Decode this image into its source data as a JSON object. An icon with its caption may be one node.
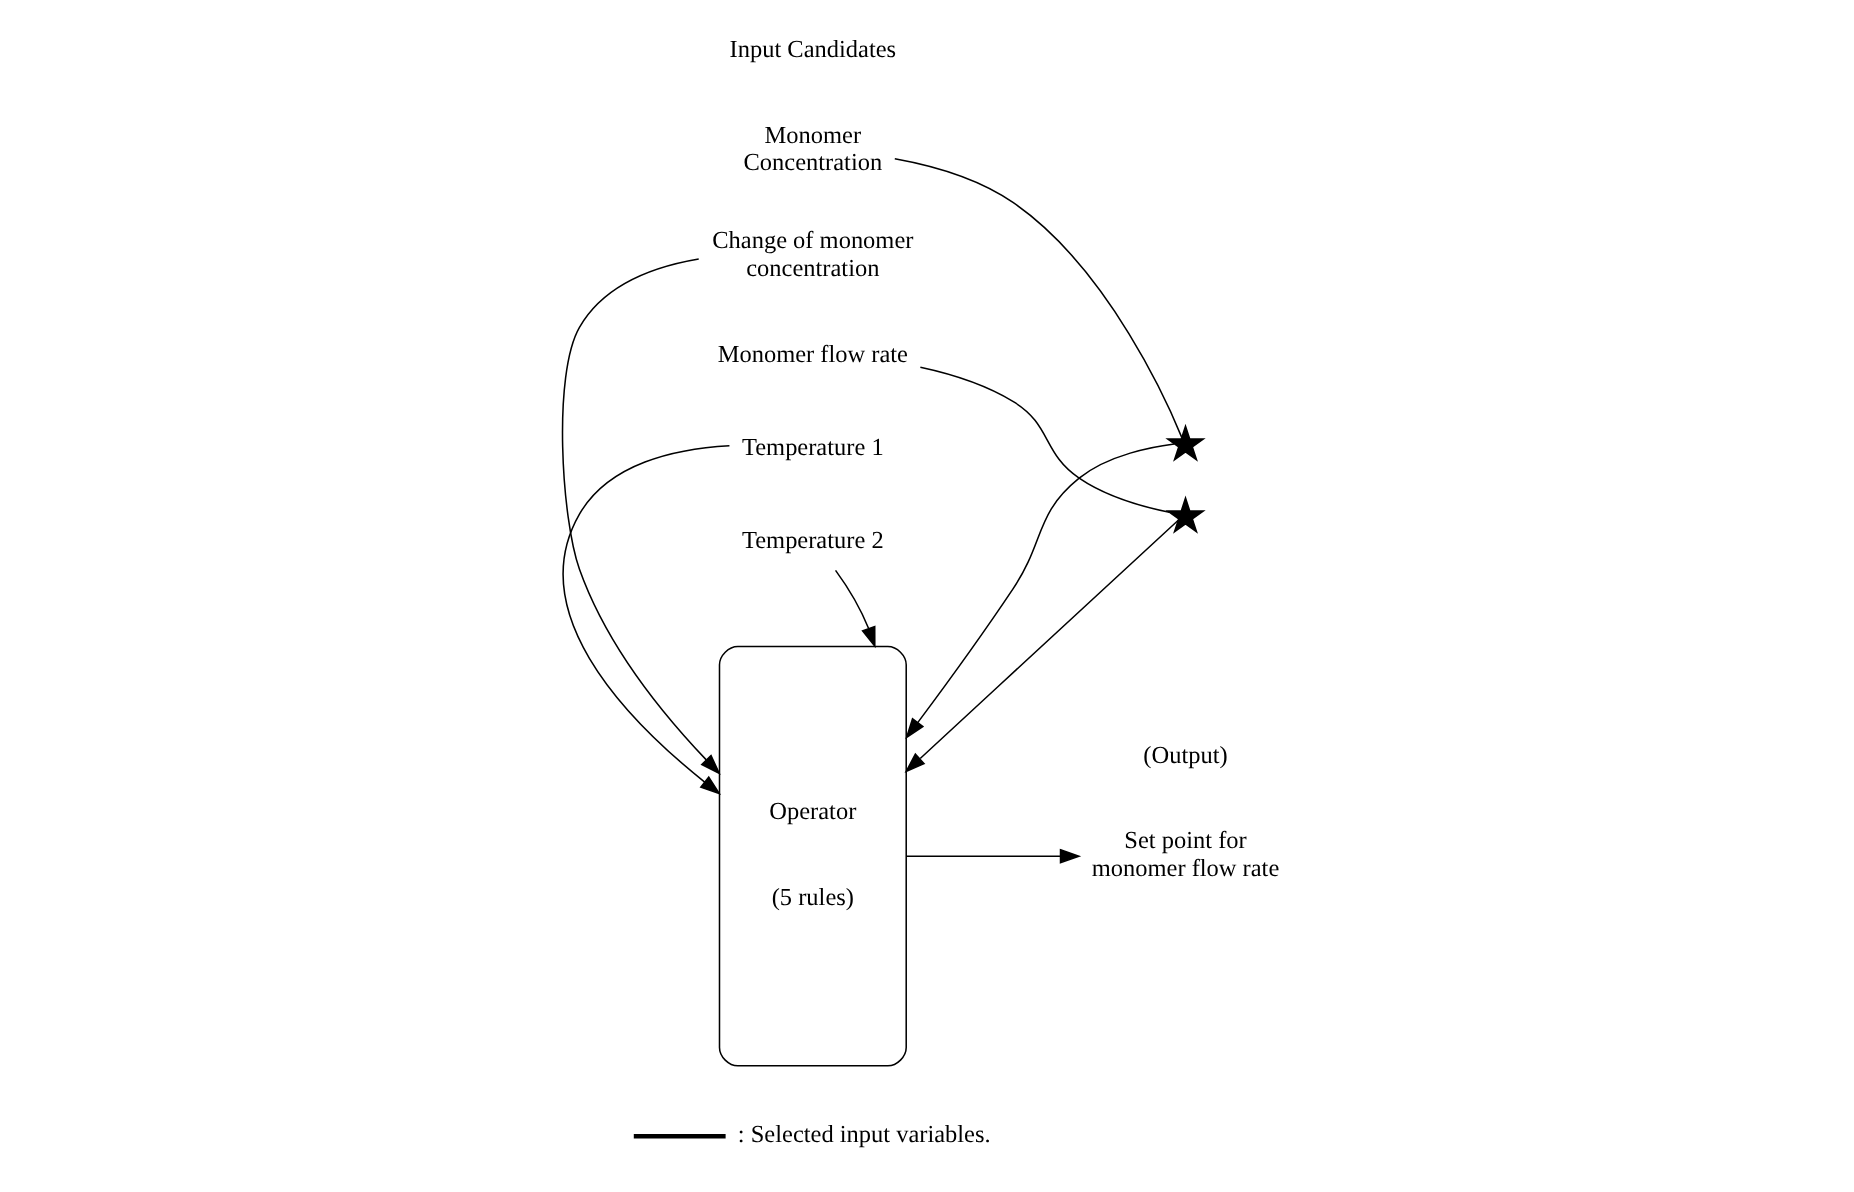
{
  "diagram": {
    "nodes": [
      {
        "text": [
          "Monomer Concentration"
        ]
      },
      {
        "text": [],
        "shape": "star"
      },
      {
        "text": [
          "Change of monomer concentration"
        ]
      },
      {
        "text": [
          "Monomer flow rate"
        ]
      },
      {
        "text": [],
        "shape": "star"
      },
      {
        "text": [
          "Temperature 1"
        ]
      },
      {
        "text": [
          "Temperature 2"
        ]
      },
      {
        "text": [
          "Operator",
          "(5 rules)"
        ]
      },
      {
        "text": [
          "Set point for monomer flow rate"
        ]
      }
    ],
    "edges": [
      {
        "from": 0,
        "to": 1,
        "arrow": "none"
      },
      {
        "from": 1,
        "to": 7,
        "arrow": "to"
      },
      {
        "from": 2,
        "to": 7,
        "arrow": "to"
      },
      {
        "from": 3,
        "to": 4,
        "arrow": "none"
      },
      {
        "from": 4,
        "to": 7,
        "arrow": "to"
      },
      {
        "from": 5,
        "to": 7,
        "arrow": "to"
      },
      {
        "from": 6,
        "to": 7,
        "arrow": "to"
      },
      {
        "from": 7,
        "to": 8,
        "arrow": "to"
      }
    ],
    "labels": [
      "Input Candidates",
      "(Output)"
    ],
    "legend": [
      {
        "text": ": Selected input variables."
      }
    ]
  }
}
